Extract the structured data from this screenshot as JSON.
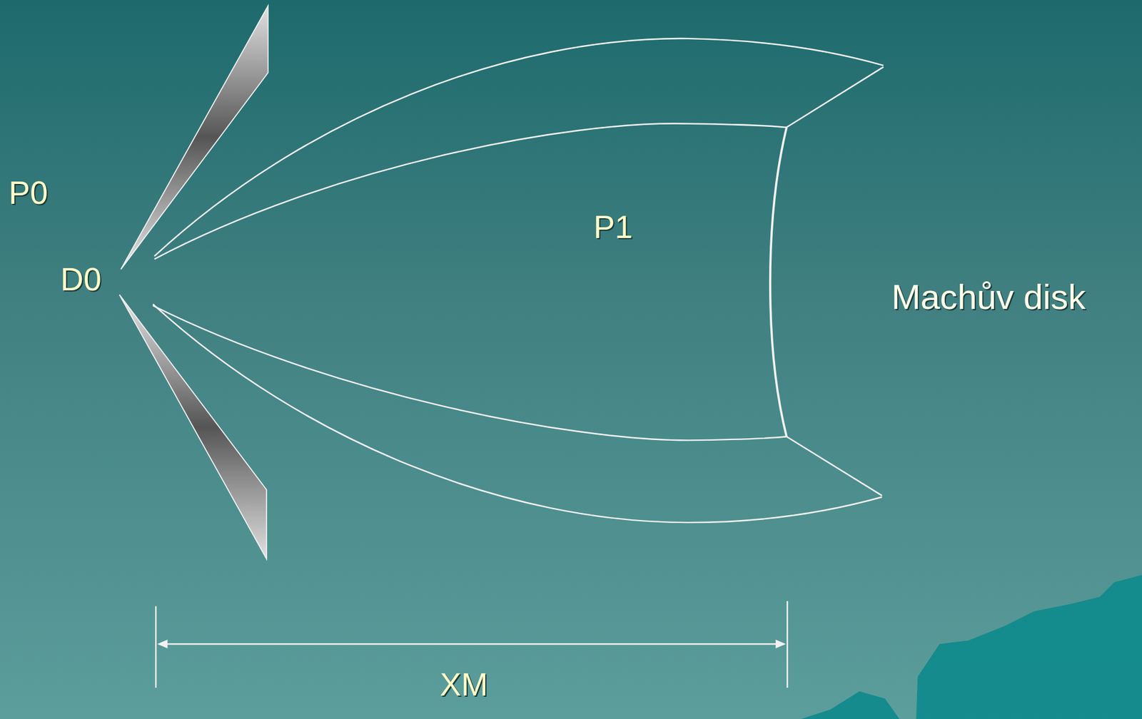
{
  "diagram": {
    "labels": [
      "P0",
      "D0",
      "P1",
      "Machův disk",
      "XM"
    ]
  }
}
